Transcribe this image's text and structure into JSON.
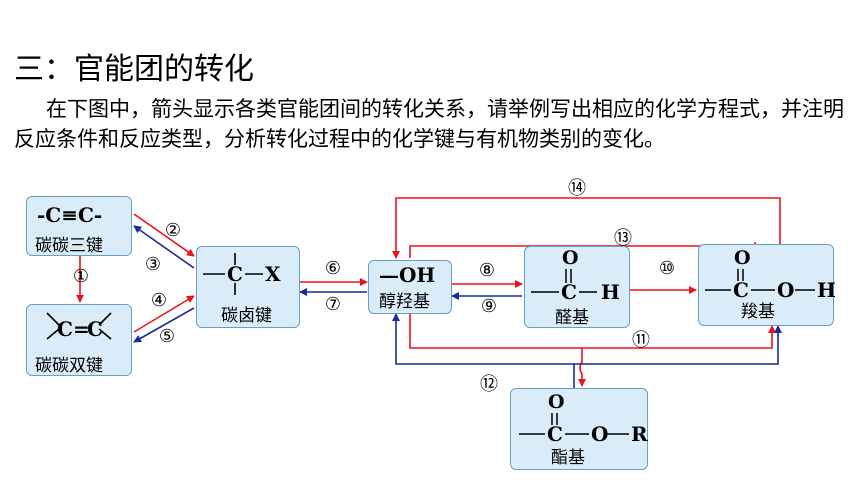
{
  "heading": "三：官能团的转化",
  "intro": "在下图中，箭头显示各类官能团间的转化关系，请举例写出相应的化学方程式，并注明反应条件和反应类型，分析转化过程中的化学键与有机物类别的变化。",
  "nodes": {
    "alkyne": {
      "formula": "-C≡C-",
      "name": "碳碳三键"
    },
    "alkene": {
      "formula_c1": "C",
      "formula_eq": "=",
      "formula_c2": "C",
      "name": "碳碳双键"
    },
    "haloalkane": {
      "formula_c": "C",
      "formula_x": "X",
      "name": "碳卤键"
    },
    "hydroxyl": {
      "formula": "—OH",
      "name": "醇羟基"
    },
    "aldehyde": {
      "o": "O",
      "c": "C",
      "h": "H",
      "name": "醛基"
    },
    "carboxyl": {
      "o": "O",
      "c": "C",
      "o2": "O",
      "h": "H",
      "name": "羧基"
    },
    "ester": {
      "o": "O",
      "c": "C",
      "o2": "O",
      "r": "R",
      "name": "酯基"
    }
  },
  "arrow_labels": [
    "①",
    "②",
    "③",
    "④",
    "⑤",
    "⑥",
    "⑦",
    "⑧",
    "⑨",
    "⑩",
    "⑪",
    "⑫",
    "⑬",
    "⑭"
  ],
  "colors": {
    "forward": "#e8141c",
    "reverse": "#1b2a9e",
    "box_fill": "#d9ecf8",
    "box_border": "#6a9fc4"
  }
}
